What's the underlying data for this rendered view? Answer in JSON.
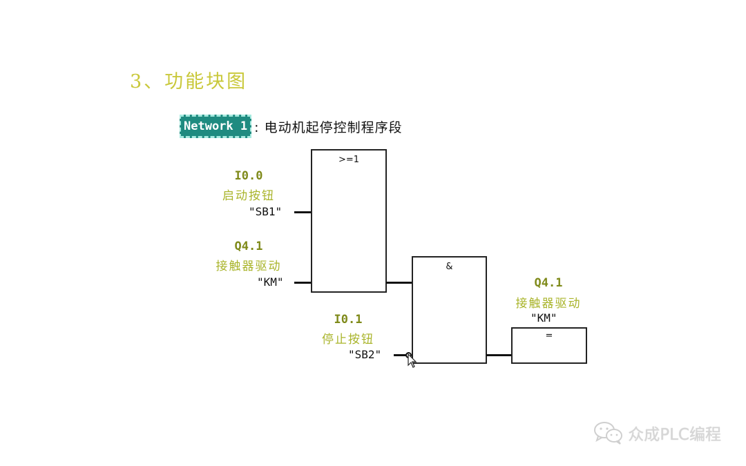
{
  "heading": "3、功能块图",
  "network": {
    "badge": "Network 1",
    "title": ": 电动机起停控制程序段"
  },
  "blocks": {
    "or_block": {
      "label": ">=1"
    },
    "and_block": {
      "label": "&"
    },
    "assign_block": {
      "label": "="
    }
  },
  "inputs": [
    {
      "address": "I0.0",
      "comment": "启动按钮",
      "symbol": "\"SB1\""
    },
    {
      "address": "Q4.1",
      "comment": "接触器驱动",
      "symbol": "\"KM\""
    },
    {
      "address": "I0.1",
      "comment": "停止按钮",
      "symbol": "\"SB2\"",
      "negated": true
    }
  ],
  "output": {
    "address": "Q4.1",
    "comment": "接触器驱动",
    "symbol": "\"KM\""
  },
  "watermark": {
    "icon": "wechat-icon",
    "text": "众成PLC编程"
  },
  "colors": {
    "heading": "#c9c83a",
    "address": "#7f8a1a",
    "comment": "#a9b42a",
    "network_badge_bg": "#1f8b80",
    "network_badge_border": "#a5eadf",
    "lines": "#111111",
    "watermark": "#d6d6d6"
  }
}
